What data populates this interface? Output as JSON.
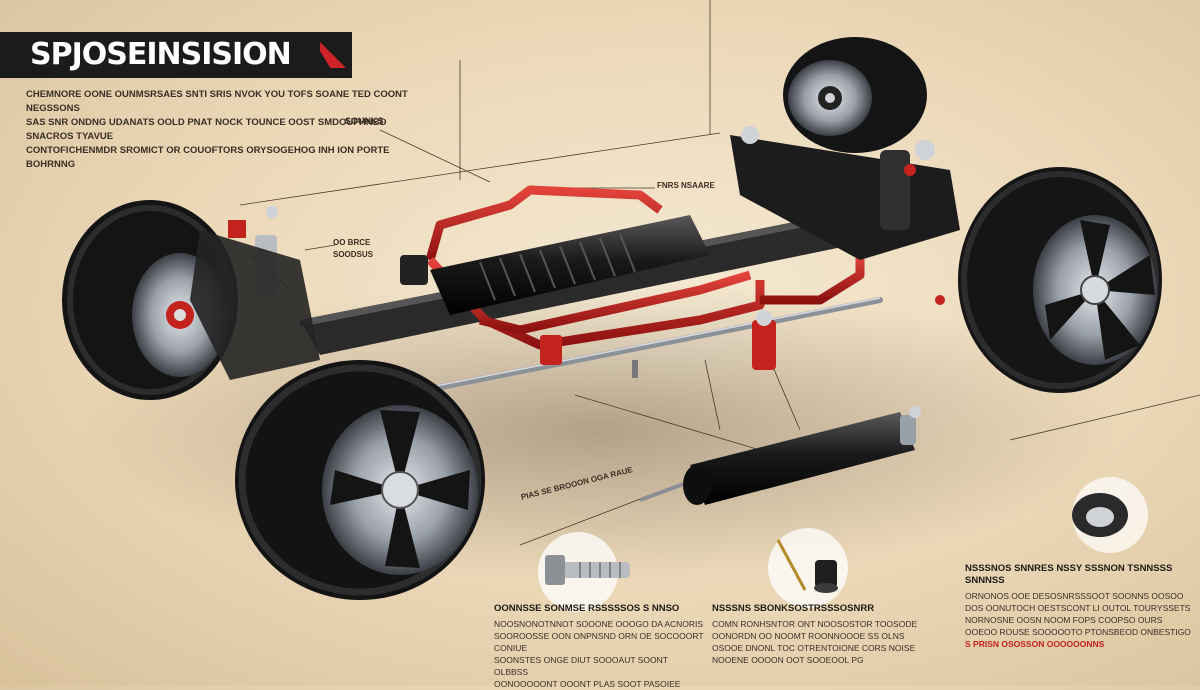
{
  "title": "SPJOSEINSISION",
  "intro_lines": [
    "CHEMNORE OONE OUNMSRSAES SNTI SRIS NVOK YOU TOFS SOANE TED COONT NEGSSONS",
    "SAS SNR ONDNG UDANATS OOLD PNAT NOCK TOUNCE OOST SMDOUFHNBD SNACROS TYAVUE",
    "CONTOFICHENMDR SROMICT OR COUOFTORS ORYSOGEHOG INH ION PORTE BOHRNNG"
  ],
  "intro_aside": "SOUNKS",
  "labels": {
    "top_right": "FNRS NSAARE",
    "left_pointer_1": "OO BRCE",
    "left_pointer_2": "SOODSUS",
    "shock_label": "PIAS SE BROOON OGA RAUE"
  },
  "captions": [
    {
      "heading": "OONNSSE SONMSE RSSSSSOS S NNSO",
      "lines": [
        "NOOSNONOTNNOT SOOONE OOOGO DA ACNORIS",
        "SOOROOSSE OON ONPNSND ORN OE SOCOOORT CONIUE",
        "SOONSTES ONGE DIUT SOOOAUT SOONT OLBBSS",
        "OONOOOOONT OOONT PLAS SOOT PASOIEE"
      ]
    },
    {
      "heading": "NSSSNS SBONKSOSTRSSSOSNRR",
      "lines": [
        "COMN RONHSNTOR ONT NOOSOSTOR TOOSODE",
        "OONORDN OO NOOMT ROONNOOOE SS OLNS",
        "OSOOE DNONL TOC OTRENTOIONE CORS NOISE",
        "NOOENE OOOON OOT SOOEOOL PG"
      ]
    },
    {
      "heading": "NSSSNOS SNNRES NSSY SSSNON TSNNSSS SNNNSS",
      "lines": [
        "ORNONOS OOE DESOSNRSSSOOT SOONNS OOSOO",
        "DOS OONUTOCH OESTSCONT LI OUTOL TOURYSSETS",
        "NORNOSNE OOSN NOOM FOPS COOPSO OURS",
        "OOEOO ROUSE SOOOOOTO PTONSBEOD ONBESTIGO"
      ],
      "tail": "S PRISN OSOSSON OOOOOONNS"
    }
  ],
  "colors": {
    "background": "#ead7b6",
    "banner": "#1b1b1b",
    "accent_red": "#c4221d",
    "tire": "#161616",
    "rim": "#9aa0a8"
  }
}
